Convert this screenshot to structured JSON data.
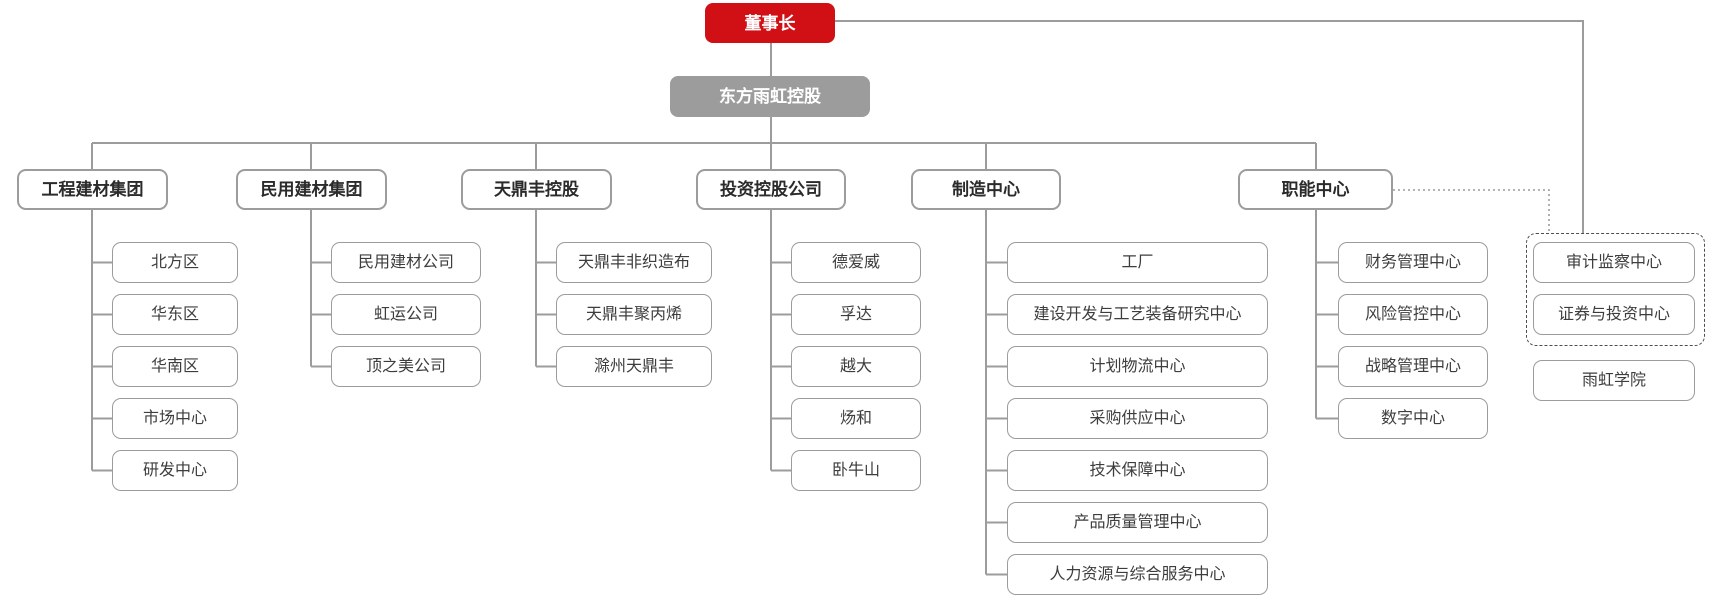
{
  "chairman": {
    "label": "董事长"
  },
  "holding": {
    "label": "东方雨虹控股"
  },
  "branches": [
    {
      "label": "工程建材集团",
      "children": [
        "北方区",
        "华东区",
        "华南区",
        "市场中心",
        "研发中心"
      ]
    },
    {
      "label": "民用建材集团",
      "children": [
        "民用建材公司",
        "虹运公司",
        "顶之美公司"
      ]
    },
    {
      "label": "天鼎丰控股",
      "children": [
        "天鼎丰非织造布",
        "天鼎丰聚丙烯",
        "滁州天鼎丰"
      ]
    },
    {
      "label": "投资控股公司",
      "children": [
        "德爱威",
        "孚达",
        "越大",
        "炀和",
        "卧牛山"
      ]
    },
    {
      "label": "制造中心",
      "children": [
        "工厂",
        "建设开发与工艺装备研究中心",
        "计划物流中心",
        "采购供应中心",
        "技术保障中心",
        "产品质量管理中心",
        "人力资源与综合服务中心"
      ]
    },
    {
      "label": "职能中心",
      "children": [
        "财务管理中心",
        "风险管控中心",
        "战略管理中心",
        "数字中心"
      ]
    }
  ],
  "board_direct_group": {
    "items": [
      "审计监察中心",
      "证券与投资中心"
    ]
  },
  "standalone": {
    "label": "雨虹学院"
  },
  "colors": {
    "accent_red": "#D11016",
    "holding_gray": "#9c9c9c",
    "line_gray": "#9c9c9c",
    "dashed_border": "#4d4d4d",
    "text_dark": "#2b2b2b"
  }
}
